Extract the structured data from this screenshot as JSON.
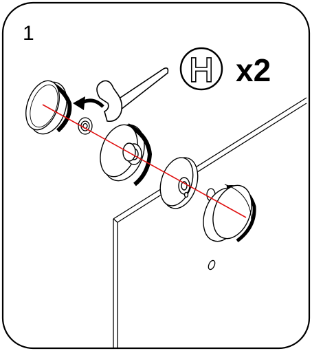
{
  "step": {
    "number": "1"
  },
  "part_callout": {
    "letter": "H",
    "quantity": "x2"
  },
  "colors": {
    "line": "#000000",
    "axis": "#e01010",
    "background": "#ffffff"
  },
  "icons": [
    "wrench-icon",
    "rotate-arrow-icon"
  ]
}
